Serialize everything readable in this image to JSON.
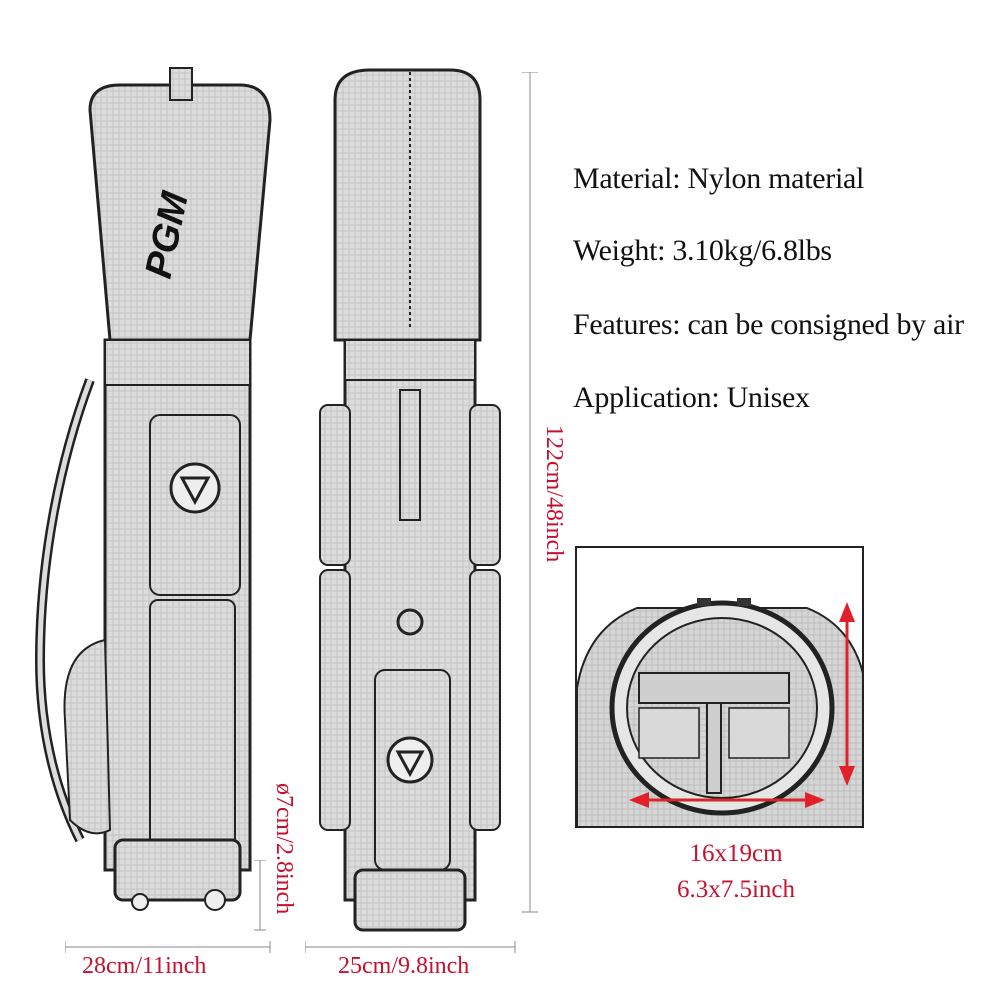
{
  "specs": {
    "material": "Material: Nylon material",
    "weight": "Weight: 3.10kg/6.8lbs",
    "features": "Features: can be consigned by air",
    "application": "Application: Unisex"
  },
  "dimensions": {
    "height": "122cm/48inch",
    "diameter": "ø7cm/2.8inch",
    "width_front": "28cm/11inch",
    "width_side": "25cm/9.8inch"
  },
  "inset": {
    "size_cm": "16x19cm",
    "size_inch": "6.3x7.5inch"
  },
  "brand": {
    "logo_text": "PGM"
  },
  "colors": {
    "accent_red": "#c8102e",
    "sketch_line": "#222222",
    "sketch_fill": "#d9d9d9"
  }
}
